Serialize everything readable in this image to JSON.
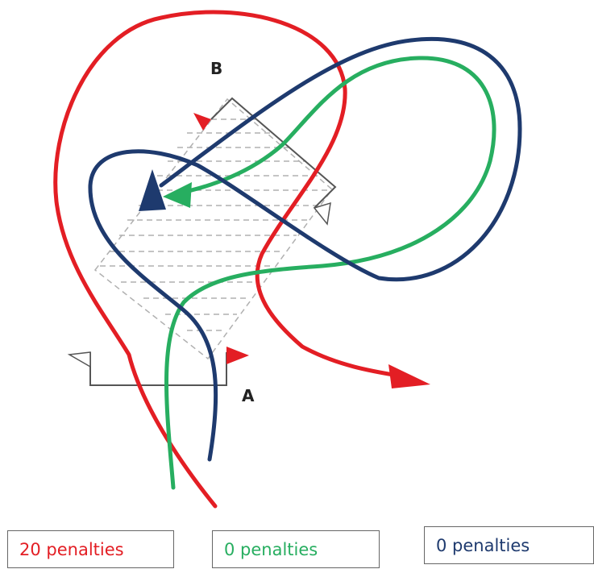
{
  "labels": {
    "gate_a": "A",
    "gate_b": "B"
  },
  "tracks": [
    {
      "id": "red",
      "color": "#e31e24",
      "penalty_text": "20 penalties"
    },
    {
      "id": "green",
      "color": "#27ae60",
      "penalty_text": "0 penalties"
    },
    {
      "id": "blue",
      "color": "#1e3a6e",
      "penalty_text": "0 penalties"
    }
  ],
  "colors": {
    "gate_line": "#555555",
    "dashed_area": "#b0b0b0",
    "flag_red": "#e31e24",
    "flag_white": "#ffffff"
  }
}
